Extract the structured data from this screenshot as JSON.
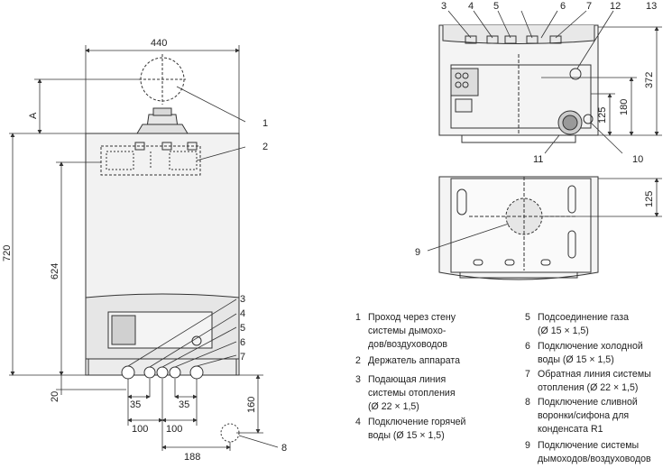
{
  "dimensions": {
    "width_440": "440",
    "height_720": "720",
    "height_624": "624",
    "label_A": "A",
    "bottom_20": "20",
    "d35_left": "35",
    "d35_right": "35",
    "d100_left": "100",
    "d100_right": "100",
    "d188": "188",
    "d160": "160",
    "d372": "372",
    "d180": "180",
    "d125_top": "125",
    "d125_bottom": "125"
  },
  "callouts": {
    "front": [
      "1",
      "2",
      "3",
      "4",
      "5",
      "6",
      "7",
      "8"
    ],
    "top_view": [
      "3",
      "4",
      "5",
      "6",
      "7",
      "12",
      "13"
    ],
    "side": [
      "11",
      "10",
      "9"
    ]
  },
  "legend": [
    {
      "num": "1",
      "text": "Проход через стену\nсистемы дымохо-\nдов/воздуховодов"
    },
    {
      "num": "2",
      "text": "Держатель аппарата"
    },
    {
      "num": "3",
      "text": "Подающая линия\nсистемы отопления\n(Ø 22 × 1,5)"
    },
    {
      "num": "4",
      "text": "Подключение горячей\nводы (Ø 15 × 1,5)"
    },
    {
      "num": "5",
      "text": "Подсоединение газа\n(Ø 15 × 1,5)"
    },
    {
      "num": "6",
      "text": "Подключение холодной\nводы (Ø 15 × 1,5)"
    },
    {
      "num": "7",
      "text": "Обратная линия системы\nотопления (Ø 22 × 1,5)"
    },
    {
      "num": "8",
      "text": "Подключение сливной\nворонки/сифона для\nконденсата R1"
    },
    {
      "num": "9",
      "text": "Подключение системы\nдымоходов/воздуховодов"
    }
  ]
}
